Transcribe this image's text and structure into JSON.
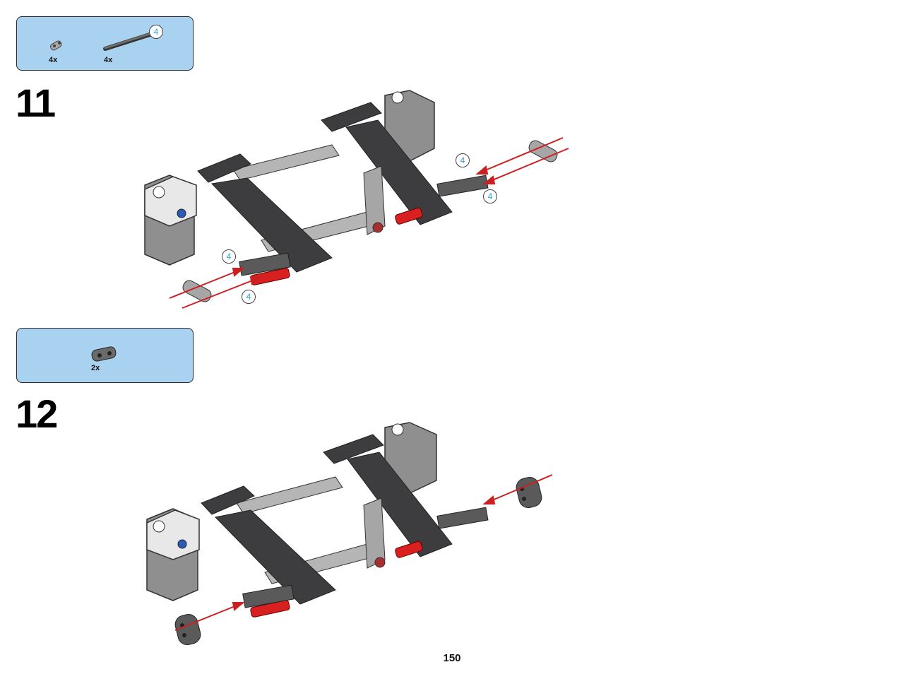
{
  "page_number": "150",
  "steps": [
    {
      "number": "11",
      "parts": [
        {
          "icon": "connector-peg-icon",
          "qty": "4x"
        },
        {
          "icon": "axle-length-4-icon",
          "qty": "4x",
          "callout": "4"
        }
      ],
      "callouts": [
        "4",
        "4",
        "4",
        "4"
      ]
    },
    {
      "number": "12",
      "parts": [
        {
          "icon": "beam-2-icon",
          "qty": "2x"
        }
      ]
    }
  ],
  "colors": {
    "parts_box_bg": "#a9d2f0",
    "arrow": "#cc2020",
    "callout_text": "#29a9d9",
    "dark_beam": "#3d3d3f",
    "light_grey": "#a6a6a6",
    "red_pin": "#d82020"
  }
}
